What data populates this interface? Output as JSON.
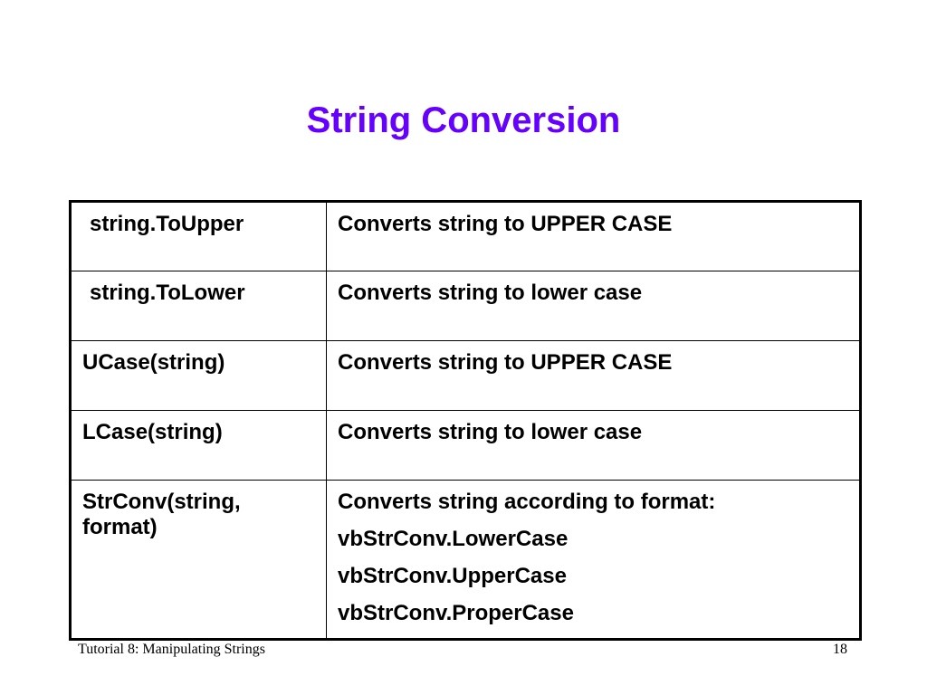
{
  "slide": {
    "title": "String Conversion",
    "title_color": "#6600ff"
  },
  "table": {
    "rows": [
      {
        "function": "string.ToUpper",
        "description": [
          "Converts string to UPPER CASE"
        ]
      },
      {
        "function": "string.ToLower",
        "description": [
          "Converts string to lower case"
        ]
      },
      {
        "function": "UCase(string)",
        "description": [
          "Converts string to UPPER CASE"
        ]
      },
      {
        "function": "LCase(string)",
        "description": [
          "Converts string to lower case"
        ]
      },
      {
        "function": "StrConv(string, format)",
        "description": [
          "Converts string according to format:",
          "vbStrConv.LowerCase",
          "vbStrConv.UpperCase",
          "vbStrConv.ProperCase"
        ]
      }
    ]
  },
  "footer": {
    "left": "Tutorial 8: Manipulating Strings",
    "page_number": "18"
  }
}
